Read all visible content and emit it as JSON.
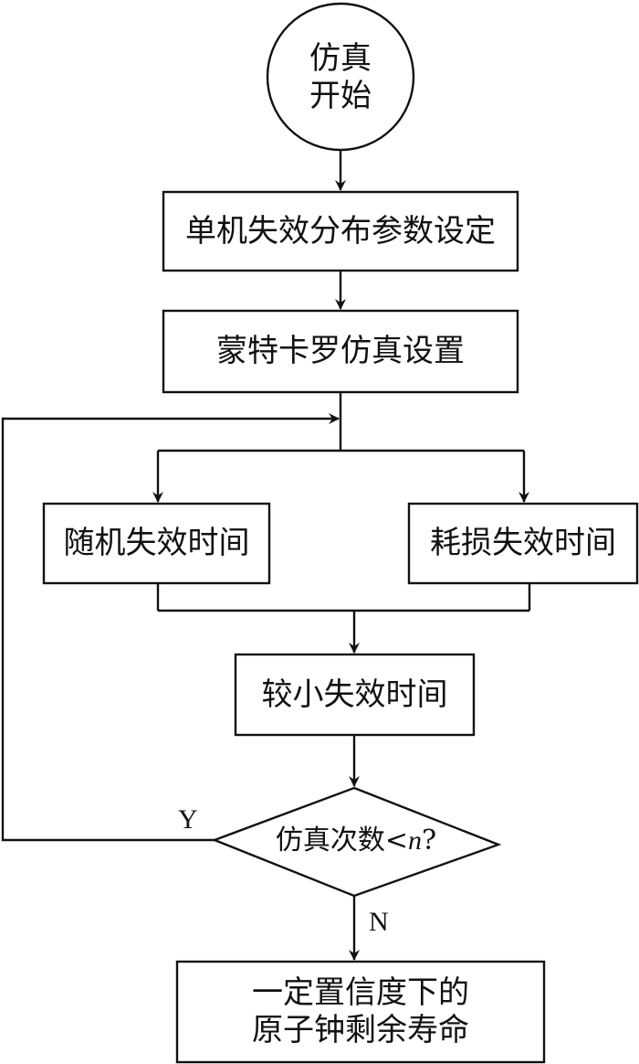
{
  "diagram": {
    "type": "flowchart",
    "nodes": [
      {
        "id": "start",
        "shape": "circle",
        "lines": [
          "仿真",
          "开始"
        ]
      },
      {
        "id": "params",
        "shape": "rect",
        "lines": [
          "单机失效分布参数设定"
        ]
      },
      {
        "id": "mc_setup",
        "shape": "rect",
        "lines": [
          "蒙特卡罗仿真设置"
        ]
      },
      {
        "id": "random_fail",
        "shape": "rect",
        "lines": [
          "随机失效时间"
        ]
      },
      {
        "id": "wear_fail",
        "shape": "rect",
        "lines": [
          "耗损失效时间"
        ]
      },
      {
        "id": "min_fail",
        "shape": "rect",
        "lines": [
          "较小失效时间"
        ]
      },
      {
        "id": "decision",
        "shape": "diamond",
        "text_prefix": "仿真次数<",
        "text_var": "n",
        "text_suffix": "?"
      },
      {
        "id": "result",
        "shape": "rect",
        "lines": [
          "一定置信度下的",
          "原子钟剩余寿命"
        ]
      }
    ],
    "edges": [
      {
        "from": "start",
        "to": "params"
      },
      {
        "from": "params",
        "to": "mc_setup"
      },
      {
        "from": "mc_setup",
        "to": "random_fail"
      },
      {
        "from": "mc_setup",
        "to": "wear_fail"
      },
      {
        "from": "random_fail",
        "to": "min_fail"
      },
      {
        "from": "wear_fail",
        "to": "min_fail"
      },
      {
        "from": "min_fail",
        "to": "decision"
      },
      {
        "from": "decision",
        "to": "loop_join",
        "label": "Y"
      },
      {
        "from": "decision",
        "to": "result",
        "label": "N"
      }
    ],
    "labels": {
      "yes": "Y",
      "no": "N"
    }
  }
}
